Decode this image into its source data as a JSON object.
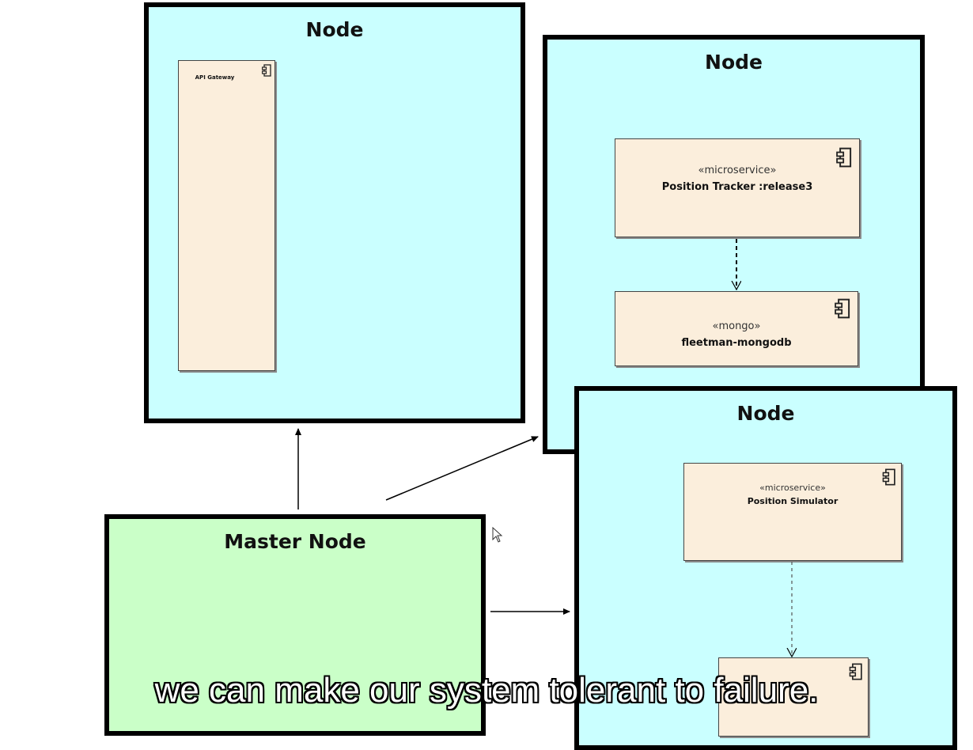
{
  "diagram": {
    "nodes": [
      {
        "title": "Node",
        "components": [
          {
            "stereotype": "",
            "name": "API Gateway"
          }
        ]
      },
      {
        "title": "Node",
        "components": [
          {
            "stereotype": "«microservice»",
            "name": "Position Tracker :release3"
          },
          {
            "stereotype": "«mongo»",
            "name": "fleetman-mongodb"
          }
        ]
      },
      {
        "title": "Node",
        "components": [
          {
            "stereotype": "«microservice»",
            "name": "Position Simulator"
          },
          {
            "stereotype": "",
            "name": ""
          }
        ]
      }
    ],
    "master": {
      "title": "Master Node"
    }
  },
  "subtitle": "we can make our system tolerant to failure.",
  "colors": {
    "node_fill": "#caffff",
    "master_fill": "#caffc8",
    "component_fill": "#fbeedc"
  }
}
